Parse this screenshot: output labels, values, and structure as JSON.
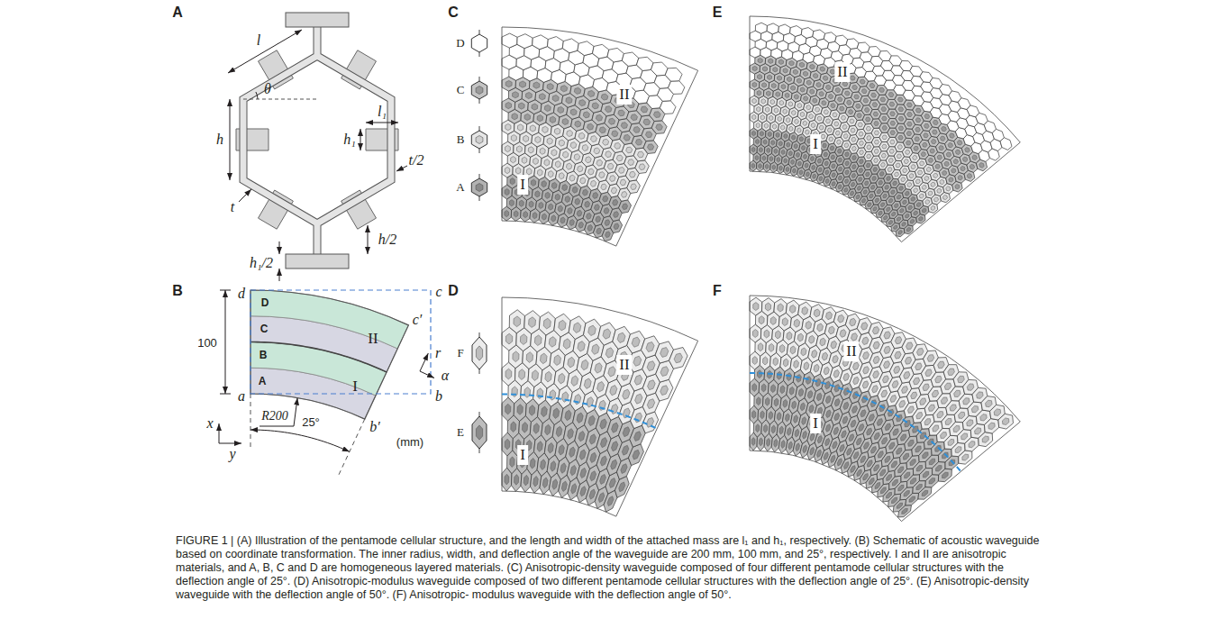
{
  "diagram": {
    "caption": "FIGURE 1 | (A) Illustration of the pentamode cellular structure, and the length and width of the attached mass are l₁ and h₁, respectively. (B) Schematic of acoustic waveguide based on coordinate transformation. The inner radius, width, and deflection angle of the waveguide are 200 mm, 100 mm, and 25°, respectively. I and II are anisotropic materials, and A, B, C and D are homogeneous layered materials. (C) Anisotropic-density waveguide composed of four different pentamode cellular structures with the deflection angle of 25°. (D) Anisotropic-modulus waveguide composed of two different pentamode cellular structures with the deflection angle of 25°. (E) Anisotropic-density waveguide with the deflection angle of 50°. (F) Anisotropic- modulus waveguide with the deflection angle of 50°.",
    "labels": [
      "A",
      "B",
      "C",
      "D",
      "E",
      "F",
      "l",
      "θ",
      "h",
      "l₁",
      "h₁",
      "t/2",
      "t",
      "h₁/2",
      "h/2",
      "d",
      "c",
      "100",
      "D",
      "C",
      "B",
      "A",
      "II",
      "I",
      "c′",
      "b",
      "b′",
      "a",
      "R200",
      "25°",
      "(mm)",
      "x",
      "y",
      "α",
      "r",
      "D",
      "C",
      "B",
      "A",
      "II",
      "I",
      "F",
      "E",
      "II",
      "I",
      "II",
      "I",
      "II",
      "I"
    ]
  }
}
